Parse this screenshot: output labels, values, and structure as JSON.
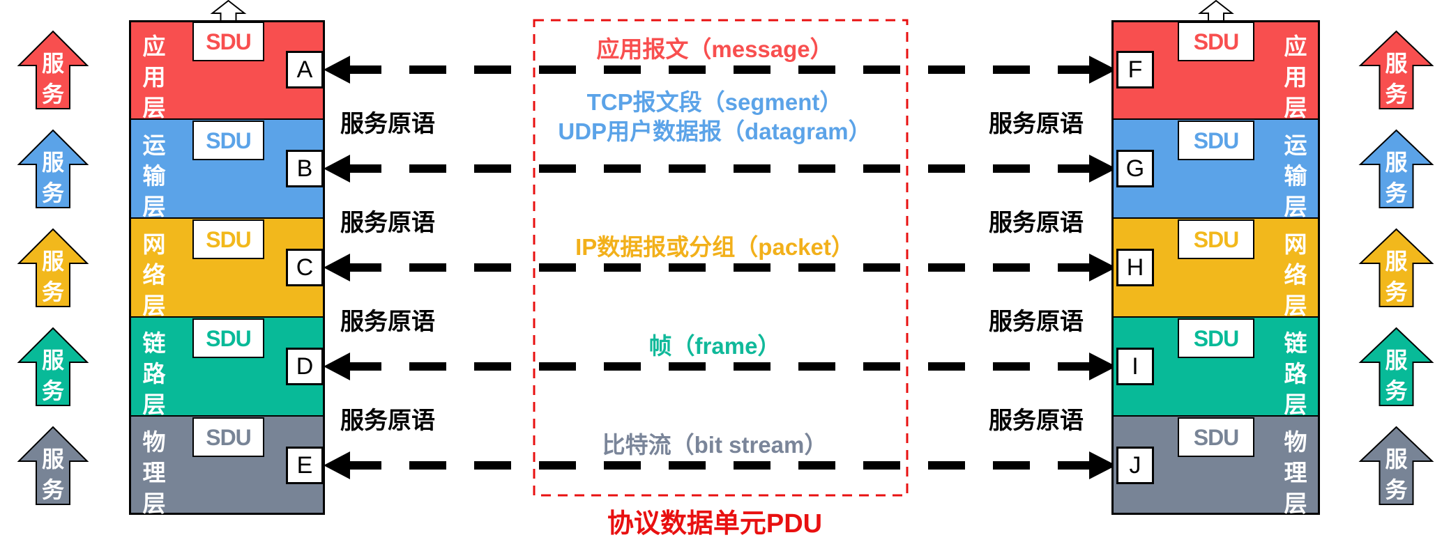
{
  "service_label": "服务",
  "primitive_label": "服务原语",
  "sdu_label": "SDU",
  "layers": [
    {
      "name": "应用层",
      "color": "#F84F4F",
      "left_port": "A",
      "right_port": "F"
    },
    {
      "name": "运输层",
      "color": "#5BA3E8",
      "left_port": "B",
      "right_port": "G"
    },
    {
      "name": "网络层",
      "color": "#F2B81C",
      "left_port": "C",
      "right_port": "H"
    },
    {
      "name": "链路层",
      "color": "#08BA98",
      "left_port": "D",
      "right_port": "I"
    },
    {
      "name": "物理层",
      "color": "#788496",
      "left_port": "E",
      "right_port": "J"
    }
  ],
  "pdu_names": [
    {
      "lines": [
        "应用报文（message）"
      ],
      "color": "#F84F4F"
    },
    {
      "lines": [
        "TCP报文段（segment）",
        "UDP用户数据报（datagram）"
      ],
      "color": "#5BA3E8"
    },
    {
      "lines": [
        "IP数据报或分组（packet）"
      ],
      "color": "#F2B01A"
    },
    {
      "lines": [
        "帧（frame）"
      ],
      "color": "#10B99A"
    },
    {
      "lines": [
        "比特流（bit stream）"
      ],
      "color": "#7A8599"
    }
  ],
  "pdu_box_title": "协议数据单元PDU",
  "pdu_box_color": "#E81010"
}
